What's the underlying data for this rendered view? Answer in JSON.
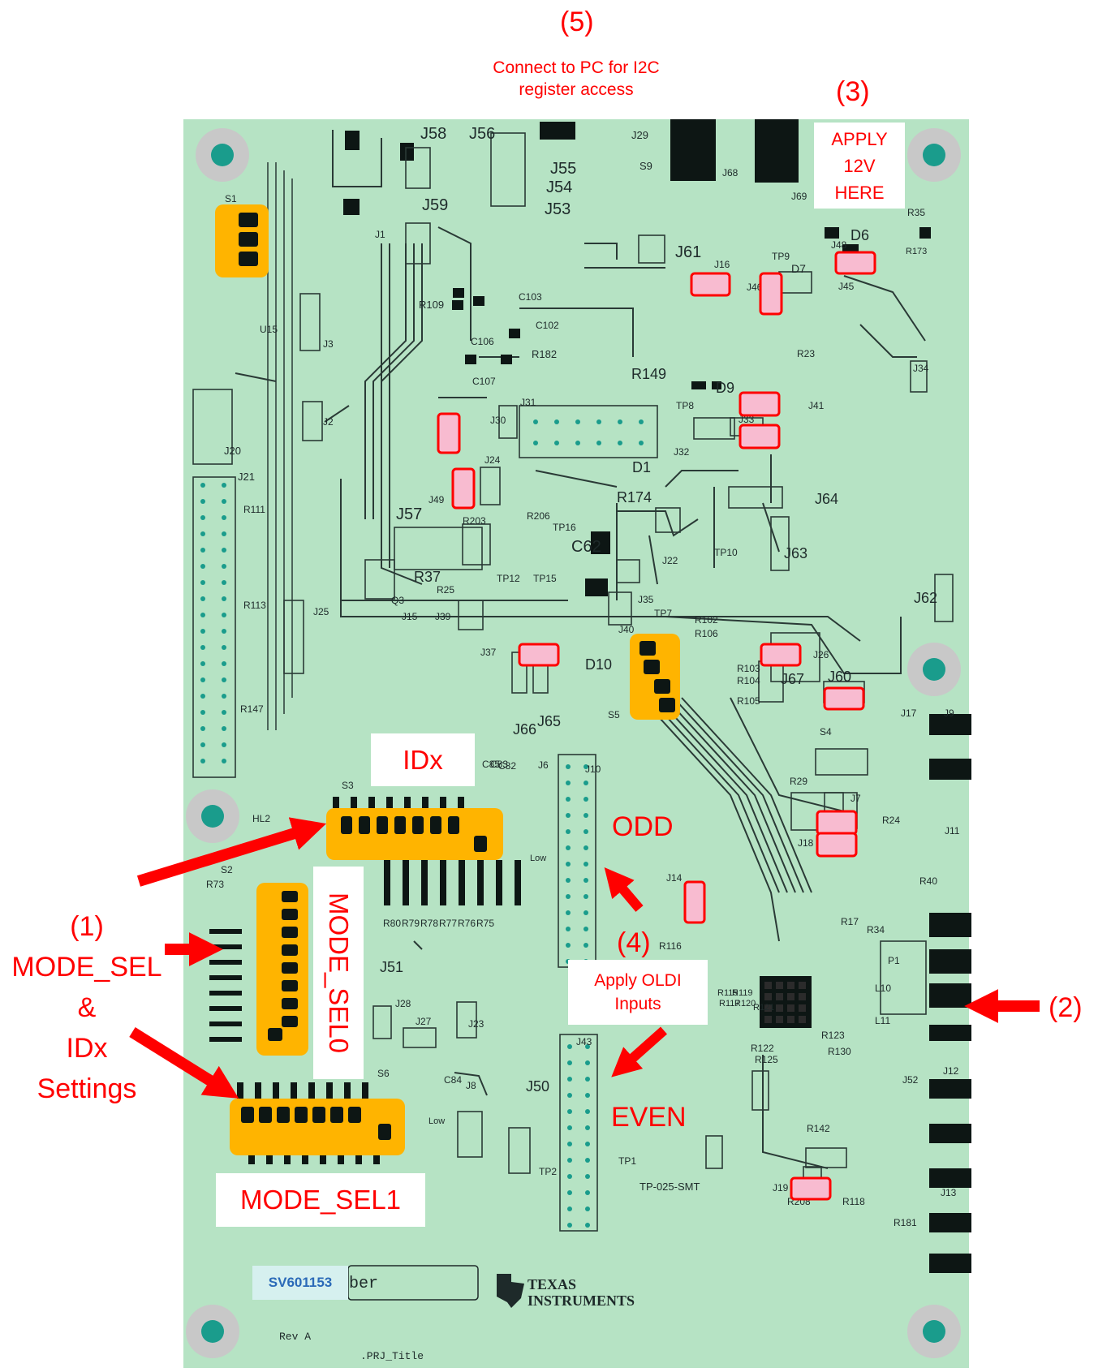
{
  "annotations": {
    "step1": [
      "(1)",
      "MODE_SEL",
      "&",
      "IDx",
      "Settings"
    ],
    "step2": "(2)",
    "step3": "(3)",
    "step4": "(4)",
    "step5": "(5)",
    "apply_12v": [
      "APPLY",
      "12V",
      "HERE"
    ],
    "connect_pc": [
      "Connect to PC for I2C",
      "register access"
    ],
    "apply_oldi": [
      "Apply OLDI",
      "Inputs"
    ],
    "idx": "IDx",
    "mode_sel0": "MODE_SEL0",
    "mode_sel1": "MODE_SEL1",
    "odd": "ODD",
    "even": "EVEN"
  },
  "board": {
    "part_number": "SV601153",
    "part_suffix": "ber",
    "revision": "Rev A",
    "project_title": ".PRJ_Title",
    "logo_line1": "TEXAS",
    "logo_line2": "INSTRUMENTS"
  },
  "silkscreen": [
    "J58",
    "J56",
    "J29",
    "J55",
    "J54",
    "J53",
    "J59",
    "S9",
    "J68",
    "J69",
    "J61",
    "R35",
    "D6",
    "J48",
    "R173",
    "J16",
    "TP9",
    "J46",
    "J45",
    "D7",
    "R23",
    "S1",
    "J1",
    "J3",
    "J2",
    "U15",
    "R109",
    "C103",
    "C102",
    "C106",
    "C107",
    "R182",
    "R149",
    "D9",
    "J41",
    "TP8",
    "J32",
    "J33",
    "J31",
    "J30",
    "J24",
    "J34",
    "J20",
    "J21",
    "R111",
    "J49",
    "D1",
    "R174",
    "R206",
    "TP16",
    "J64",
    "J57",
    "R203",
    "C62",
    "J22",
    "TP10",
    "J63",
    "R37",
    "R25",
    "Q3",
    "J15",
    "J39",
    "TP12",
    "TP15",
    "J35",
    "TP7",
    "J62",
    "R113",
    "J25",
    "R147",
    "J37",
    "J40",
    "R102",
    "R106",
    "D10",
    "R103",
    "R104",
    "R105",
    "J26",
    "J67",
    "J60",
    "J66",
    "J65",
    "S5",
    "J17",
    "J9",
    "S4",
    "J6",
    "J10",
    "C82",
    "C83",
    "C85",
    "S3",
    "HL2",
    "R29",
    "J7",
    "R24",
    "J18",
    "J11",
    "R40",
    "J14",
    "R116",
    "R34",
    "R17",
    "R73",
    "S2",
    "R80",
    "R79",
    "R78",
    "R77",
    "R76",
    "R75",
    "J28",
    "J27",
    "J23",
    "J51",
    "P1",
    "L10",
    "L11",
    "R115",
    "R119",
    "R117",
    "R120",
    "R121",
    "R122",
    "R123",
    "R125",
    "R130",
    "S6",
    "C84",
    "J8",
    "J50",
    "J43",
    "J52",
    "J12",
    "TP1",
    "TP2",
    "TP-025-SMT",
    "J19",
    "R208",
    "R118",
    "R142",
    "J13",
    "R181",
    "Low"
  ],
  "colors": {
    "board": "#b6e3c4",
    "board_edge": "#a0d2b3",
    "annotation_red": "#ff0000",
    "switch_orange": "#ffb400",
    "jumper_pink": "#f8bbd0",
    "mounting_hole": "#c8c8c8",
    "mounting_hole_center": "#1a9c8c",
    "silkscreen": "#1e2a2a",
    "part_number_blue": "#2b6ab8"
  }
}
